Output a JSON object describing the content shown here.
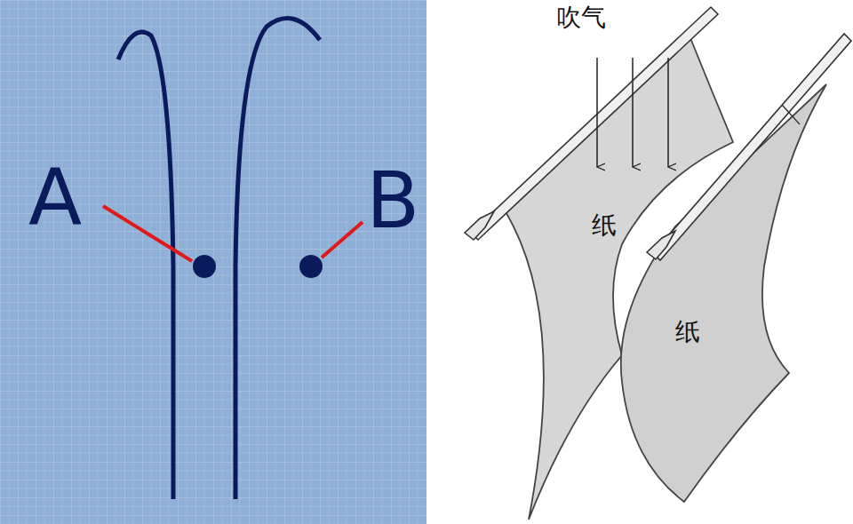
{
  "diagram": {
    "labels": [
      "A",
      "B",
      "吹气",
      "纸",
      "纸"
    ]
  }
}
